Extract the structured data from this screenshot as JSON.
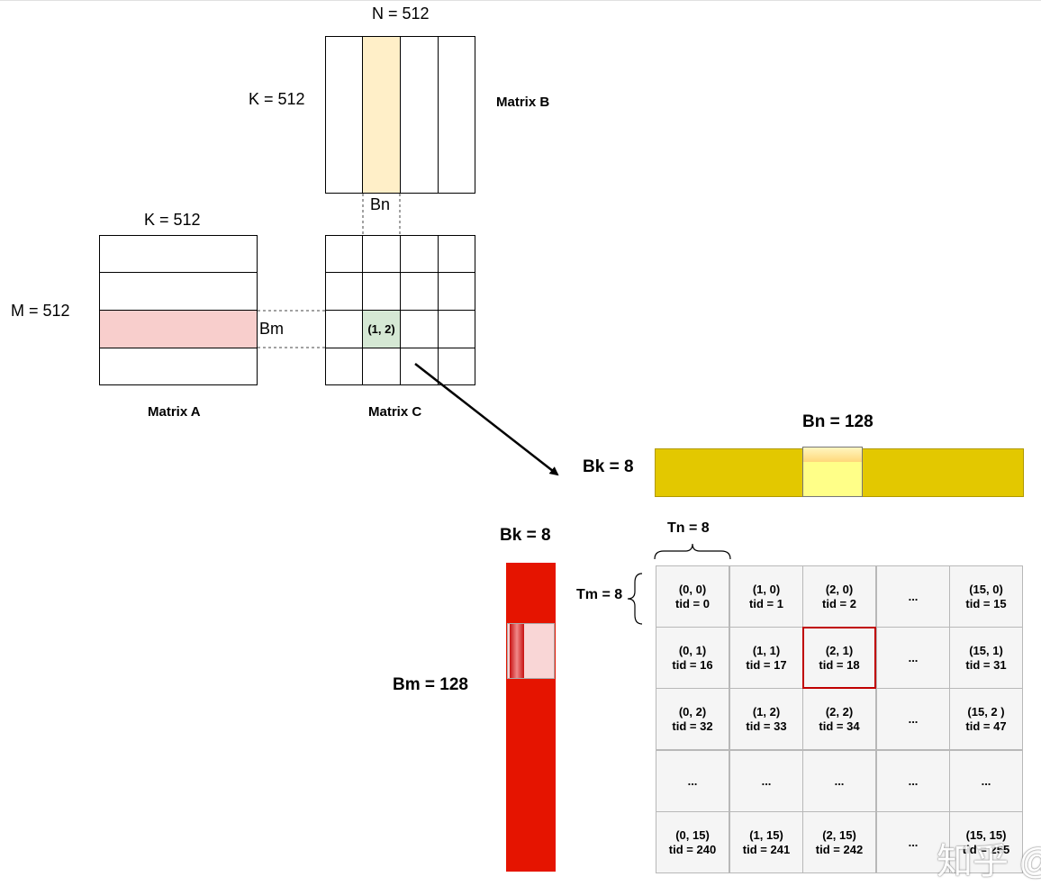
{
  "matrix_b": {
    "name": "Matrix B",
    "n_label": "N = 512",
    "k_label": "K = 512",
    "bn_label": "Bn"
  },
  "matrix_a": {
    "name": "Matrix A",
    "k_label": "K = 512",
    "m_label": "M = 512",
    "bm_label": "Bm"
  },
  "matrix_c": {
    "name": "Matrix C",
    "block_label": "(1, 2)"
  },
  "tile_b": {
    "bn_label": "Bn = 128",
    "bk_label": "Bk = 8",
    "color": "#e3c800",
    "highlight_color": "#ffff88"
  },
  "tile_a": {
    "bk_label": "Bk = 8",
    "bm_label": "Bm = 128",
    "color": "#e51400",
    "highlight_color": "#f9d6d6"
  },
  "threads": {
    "tn_label": "Tn = 8",
    "tm_label": "Tm = 8",
    "ellipsis": "...",
    "rows": [
      [
        {
          "coord": "(0, 0)",
          "tid": "tid = 0"
        },
        {
          "coord": "(1, 0)",
          "tid": "tid = 1"
        },
        {
          "coord": "(2, 0)",
          "tid": "tid = 2"
        },
        null,
        {
          "coord": "(15, 0)",
          "tid": "tid = 15"
        }
      ],
      [
        {
          "coord": "(0, 1)",
          "tid": "tid = 16"
        },
        {
          "coord": "(1, 1)",
          "tid": "tid = 17"
        },
        {
          "coord": "(2, 1)",
          "tid": "tid = 18"
        },
        null,
        {
          "coord": "(15, 1)",
          "tid": "tid = 31"
        }
      ],
      [
        {
          "coord": "(0, 2)",
          "tid": "tid = 32"
        },
        {
          "coord": "(1, 2)",
          "tid": "tid = 33"
        },
        {
          "coord": "(2, 2)",
          "tid": "tid = 34"
        },
        null,
        {
          "coord": "(15, 2 )",
          "tid": "tid = 47"
        }
      ],
      [
        null,
        null,
        null,
        null,
        null
      ],
      [
        {
          "coord": "(0, 15)",
          "tid": "tid = 240"
        },
        {
          "coord": "(1, 15)",
          "tid": "tid = 241"
        },
        {
          "coord": "(2, 15)",
          "tid": "tid = 242"
        },
        null,
        {
          "coord": "(15, 15)",
          "tid": "tid = 255"
        }
      ]
    ],
    "highlight": {
      "row": 1,
      "col": 2,
      "color": "#c00000"
    }
  },
  "watermark": "知乎 @"
}
